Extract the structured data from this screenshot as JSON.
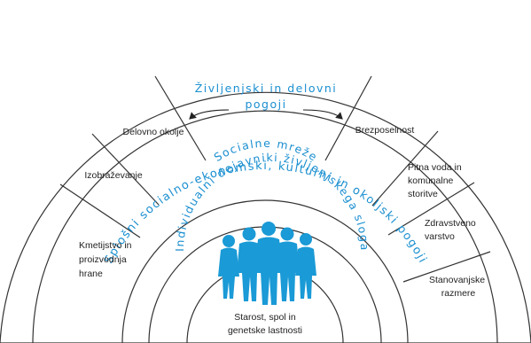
{
  "layers": {
    "outer": "Splošni socialno-ekonomski, kulturni in okoljski pogoji",
    "social": "Socialne mreže",
    "individual": "Individualni dejavniki življenjskega sloga",
    "living_title_line1": "Življenjski in delovni",
    "living_title_line2": "pogoji"
  },
  "segments": {
    "delovno_okolje": [
      "Delovno okolje"
    ],
    "izobrazevanje": [
      "Izobraževanje"
    ],
    "kmetijstvo": [
      "Kmetijstvo in",
      "proizvodnja",
      "hrane"
    ],
    "brezposelnost": [
      "Brezposelnost"
    ],
    "pitna_voda": [
      "Pitna voda in",
      "komunalne",
      "storitve"
    ],
    "zdravstveno": [
      "Zdravstveno",
      "varstvo"
    ],
    "stanovanjske": [
      "Stanovanjske",
      "razmere"
    ]
  },
  "center": {
    "line1": "Starost, spol in",
    "line2": "genetske lastnosti"
  },
  "colors": {
    "accent": "#1a8fd0",
    "people": "#1a9ad6",
    "line": "#333333"
  },
  "icons": [
    "group-of-people-icon",
    "double-headed-curved-arrow-icon"
  ]
}
